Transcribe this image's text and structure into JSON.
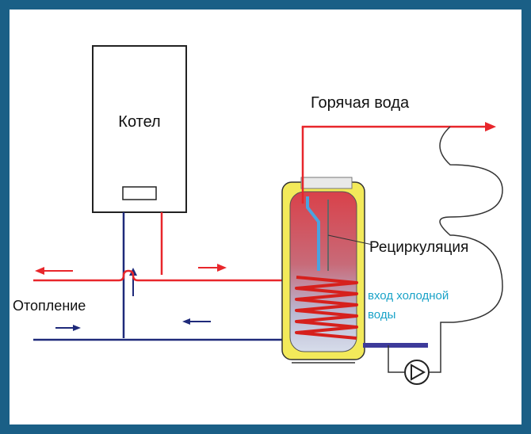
{
  "labels": {
    "boiler": "Котел",
    "hot_water": "Горячая вода",
    "recirculation": "Рециркуляция",
    "heating": "Отопление",
    "cold_inlet_line1": "вход холодной",
    "cold_inlet_line2": "воды"
  },
  "colors": {
    "frame": "#1a5f86",
    "hot_pipe": "#e8262b",
    "cold_pipe": "#1f2a7a",
    "cold_label": "#1aa3c8",
    "tank_shell": "#f3ea5a",
    "tank_inner_top": "#d9414a",
    "tank_inner_bottom": "#c9d3e6",
    "coil": "#d6201c"
  },
  "icons": {
    "pump": "pump-icon",
    "flow_arrows": "arrow-icon"
  }
}
